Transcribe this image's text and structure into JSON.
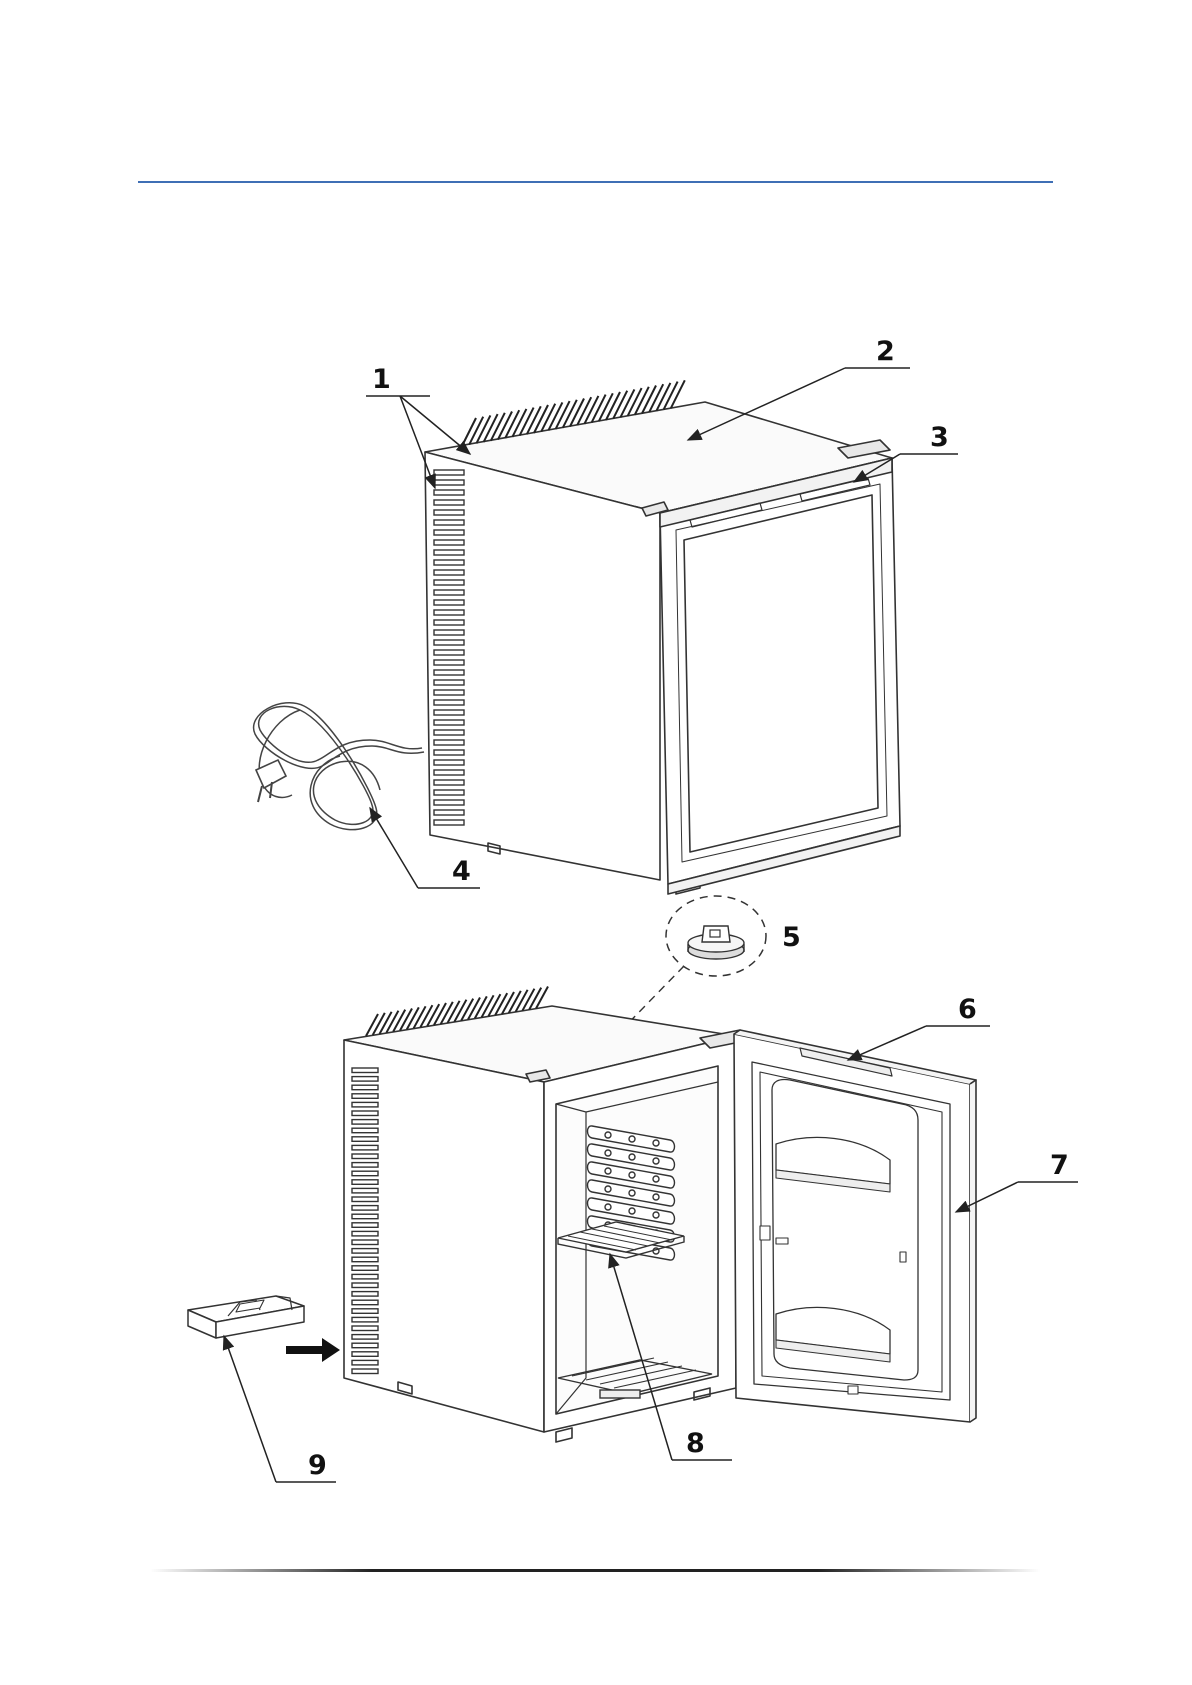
{
  "header": {
    "rule_color": "#3f6fb5"
  },
  "diagram": {
    "line_color": "#222222",
    "callouts": [
      {
        "number": "1"
      },
      {
        "number": "2"
      },
      {
        "number": "3"
      },
      {
        "number": "4"
      },
      {
        "number": "5"
      },
      {
        "number": "6"
      },
      {
        "number": "7"
      },
      {
        "number": "8"
      },
      {
        "number": "9"
      }
    ]
  }
}
